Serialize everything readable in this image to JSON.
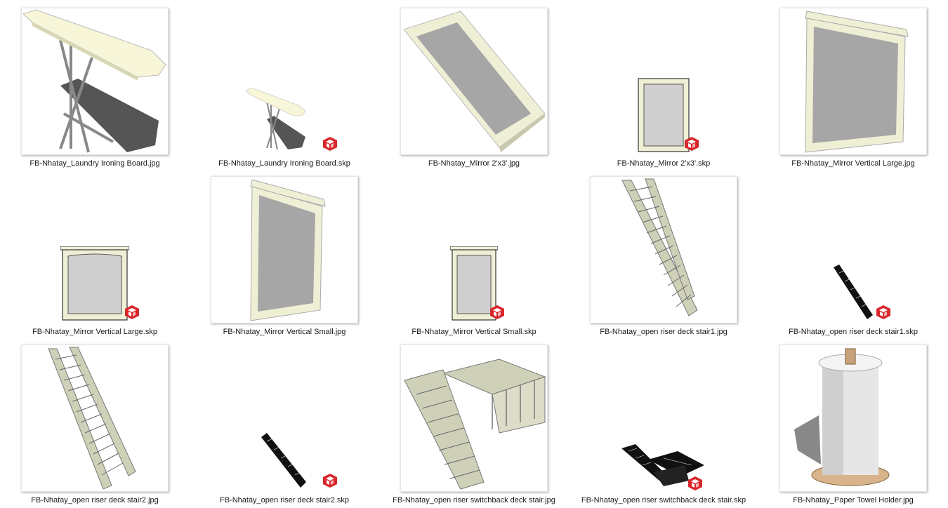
{
  "files": [
    {
      "label": "FB-Nhatay_Laundry Ironing Board.jpg",
      "icon": "ironing-board-icon"
    },
    {
      "label": "FB-Nhatay_Laundry Ironing Board.skp",
      "icon": "ironing-board-icon"
    },
    {
      "label": "FB-Nhatay_Mirror 2'x3'.jpg",
      "icon": "mirror-icon"
    },
    {
      "label": "FB-Nhatay_Mirror 2'x3'.skp",
      "icon": "mirror-icon"
    },
    {
      "label": "FB-Nhatay_Mirror Vertical Large.jpg",
      "icon": "mirror-icon"
    },
    {
      "label": "FB-Nhatay_Mirror Vertical Large.skp",
      "icon": "mirror-icon"
    },
    {
      "label": "FB-Nhatay_Mirror Vertical Small.jpg",
      "icon": "mirror-icon"
    },
    {
      "label": "FB-Nhatay_Mirror Vertical Small.skp",
      "icon": "mirror-icon"
    },
    {
      "label": "FB-Nhatay_open riser deck stair1.jpg",
      "icon": "stair-icon"
    },
    {
      "label": "FB-Nhatay_open riser deck stair1.skp",
      "icon": "stair-icon"
    },
    {
      "label": "FB-Nhatay_open riser deck stair2.jpg",
      "icon": "stair-icon"
    },
    {
      "label": "FB-Nhatay_open riser deck stair2.skp",
      "icon": "stair-icon"
    },
    {
      "label": "FB-Nhatay_open riser switchback deck stair.jpg",
      "icon": "deck-stair-icon"
    },
    {
      "label": "FB-Nhatay_open riser switchback deck stair.skp",
      "icon": "deck-stair-icon"
    },
    {
      "label": "FB-Nhatay_Paper Towel Holder.jpg",
      "icon": "paper-towel-icon"
    }
  ],
  "colors": {
    "cream": "#f7f6d8",
    "mirror_gray": "#a6a6a6",
    "frame_cream": "#efefd6",
    "sketchup_red": "#d9262b",
    "stair_green": "#cfd0b8"
  }
}
